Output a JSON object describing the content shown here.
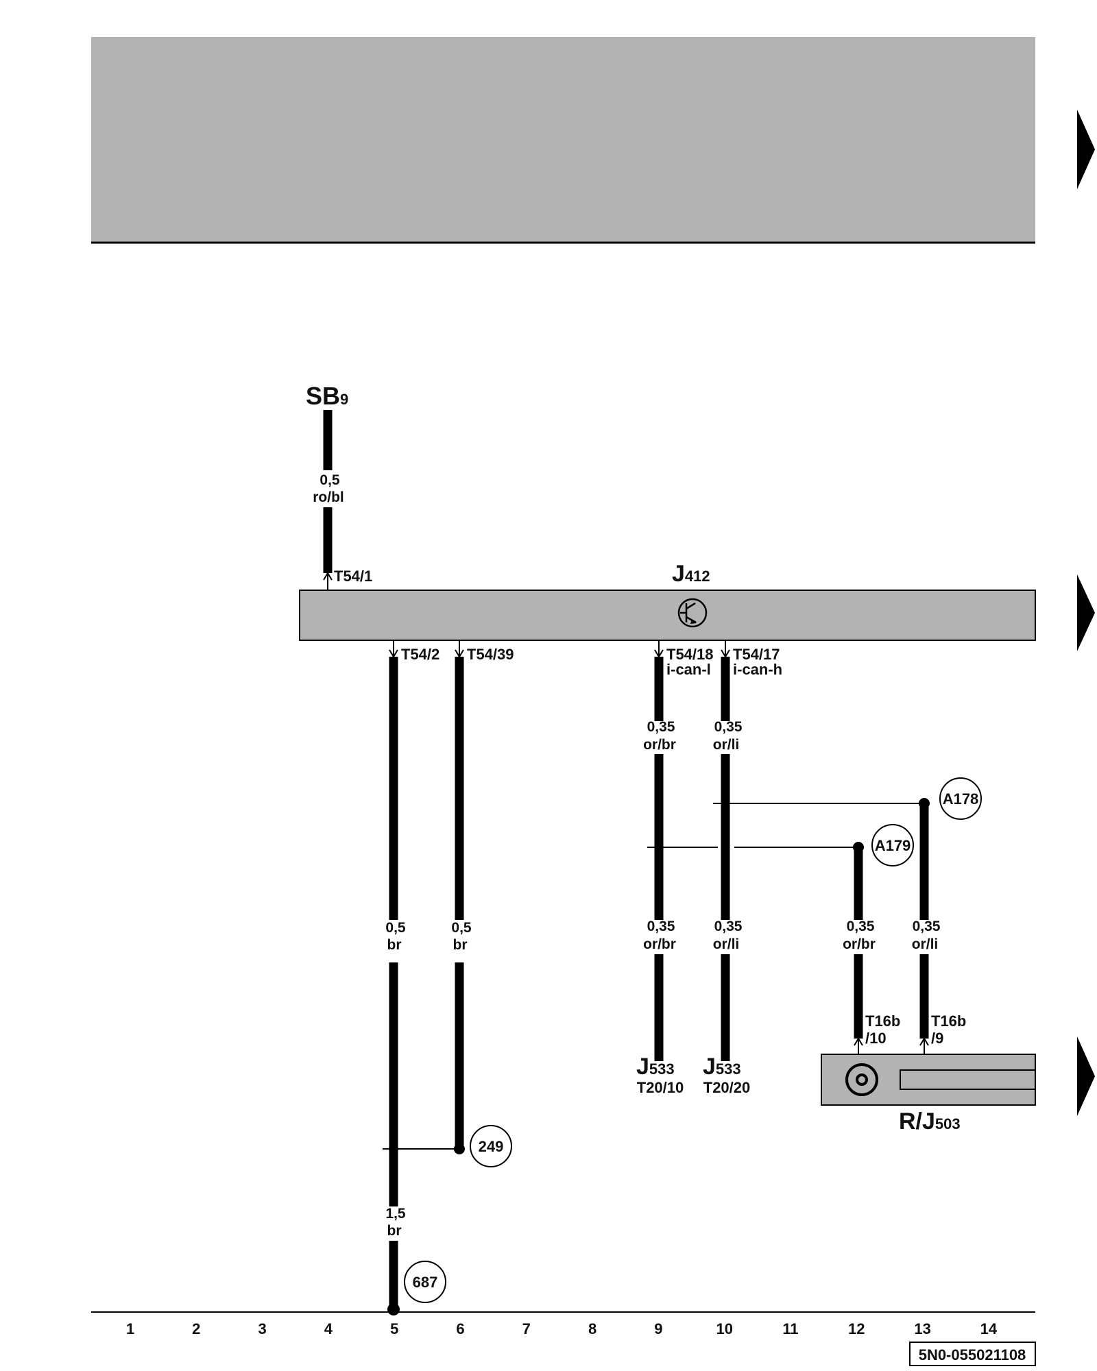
{
  "components": {
    "fuse_block": {
      "name": "SB",
      "sub": "9"
    },
    "control_unit": {
      "name": "J",
      "sub": "412"
    },
    "radio_unit": {
      "name": "R/J",
      "sub": "503"
    },
    "gateway_a": {
      "name": "J",
      "sub": "533",
      "pin": "T20/10"
    },
    "gateway_b": {
      "name": "J",
      "sub": "533",
      "pin": "T20/20"
    }
  },
  "pins": {
    "p1": "T54/1",
    "p2": "T54/2",
    "p39": "T54/39",
    "p18": "T54/18",
    "p17": "T54/17",
    "can_l": "i-can-l",
    "can_h": "i-can-h",
    "t16_10_a": "T16b",
    "t16_10_b": "/10",
    "t16_9_a": "T16b",
    "t16_9_b": "/9"
  },
  "wires": {
    "sb_wire": {
      "size": "0,5",
      "color": "ro/bl"
    },
    "w2": {
      "size": "0,5",
      "color": "br"
    },
    "w39": {
      "size": "0,5",
      "color": "br"
    },
    "w18_top": {
      "size": "0,35",
      "color": "or/br"
    },
    "w17_top": {
      "size": "0,35",
      "color": "or/li"
    },
    "w18_bot": {
      "size": "0,35",
      "color": "or/br"
    },
    "w17_bot": {
      "size": "0,35",
      "color": "or/li"
    },
    "w12": {
      "size": "0,35",
      "color": "or/br"
    },
    "w13": {
      "size": "0,35",
      "color": "or/li"
    },
    "ground": {
      "size": "1,5",
      "color": "br"
    }
  },
  "references": {
    "r249": "249",
    "r687": "687",
    "a178": "A178",
    "a179": "A179"
  },
  "grid_numbers": [
    "1",
    "2",
    "3",
    "4",
    "5",
    "6",
    "7",
    "8",
    "9",
    "10",
    "11",
    "12",
    "13",
    "14"
  ],
  "doc_code": "5N0-055021108"
}
